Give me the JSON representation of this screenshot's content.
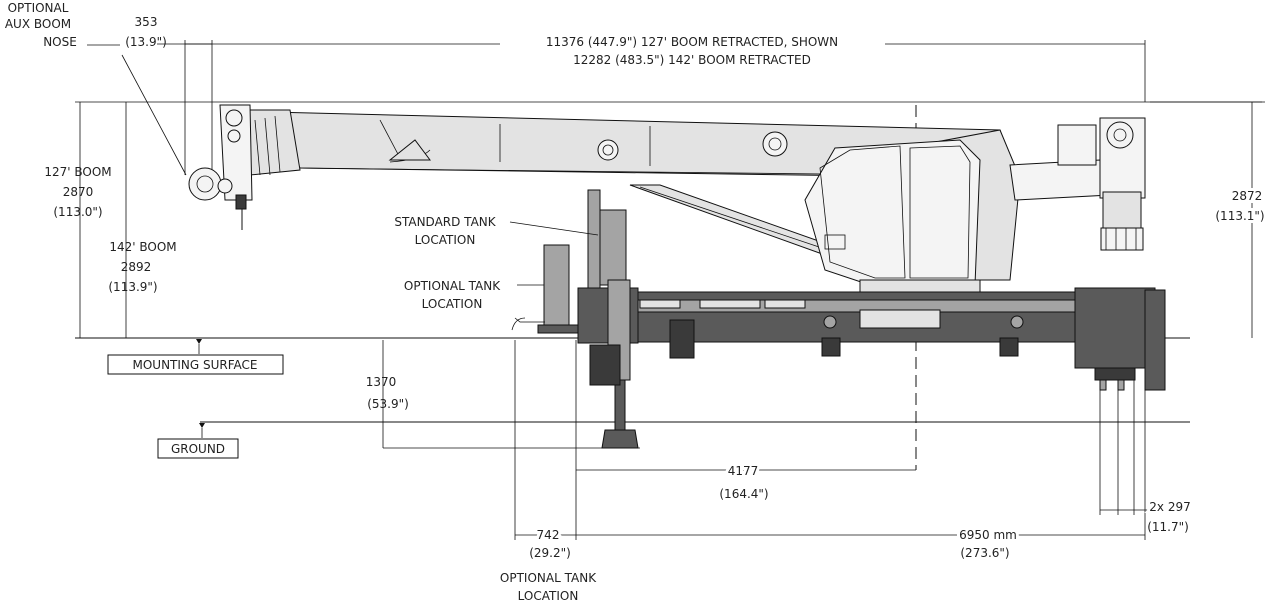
{
  "labels": {
    "aux_nose_1": "OPTIONAL",
    "aux_nose_2": "AUX BOOM",
    "aux_nose_3": "NOSE",
    "aux_dim_1": "353",
    "aux_dim_2": "(13.9\")",
    "overall_1": "11376 (447.9\") 127' BOOM RETRACTED, SHOWN",
    "overall_2": "12282 (483.5\") 142' BOOM RETRACTED",
    "boom127_1": "127' BOOM",
    "boom127_2": "2870",
    "boom127_3": "(113.0\")",
    "boom142_1": "142' BOOM",
    "boom142_2": "2892",
    "boom142_3": "(113.9\")",
    "std_tank_1": "STANDARD TANK",
    "std_tank_2": "LOCATION",
    "opt_tank_1": "OPTIONAL TANK",
    "opt_tank_2": "LOCATION",
    "mounting_surface": "MOUNTING SURFACE",
    "ground": "GROUND",
    "h1370_1": "1370",
    "h1370_2": "(53.9\")",
    "d4177_1": "4177",
    "d4177_2": "(164.4\")",
    "d742_1": "742",
    "d742_2": "(29.2\")",
    "opt_tank_bottom_1": "OPTIONAL TANK",
    "opt_tank_bottom_2": "LOCATION",
    "d6950_1": "6950 mm",
    "d6950_2": "(273.6\")",
    "d297_1": "2x 297",
    "d297_2": "(11.7\")",
    "h2872_1": "2872",
    "h2872_2": "(113.1\")"
  },
  "colors": {
    "body_grey": "#e3e3e3",
    "mid_grey": "#a4a4a4",
    "dark_grey": "#5a5a5a",
    "line": "#111111"
  }
}
